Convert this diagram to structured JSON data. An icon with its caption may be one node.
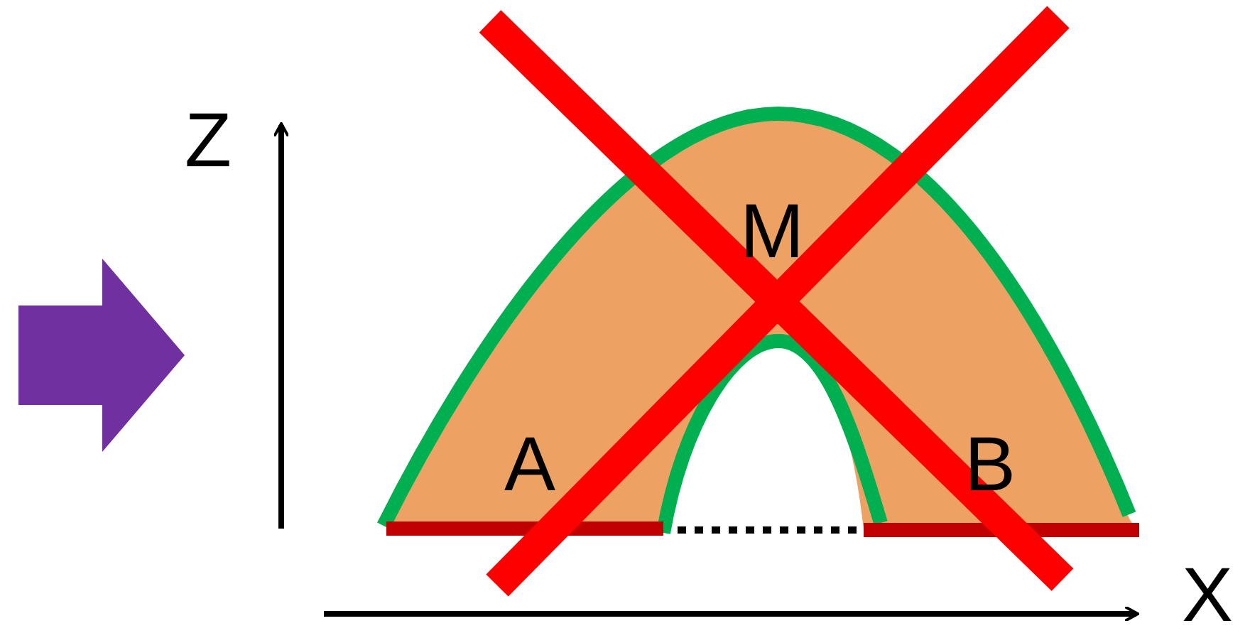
{
  "diagram": {
    "labels": [
      "Z",
      "M",
      "A",
      "B",
      "X"
    ]
  }
}
